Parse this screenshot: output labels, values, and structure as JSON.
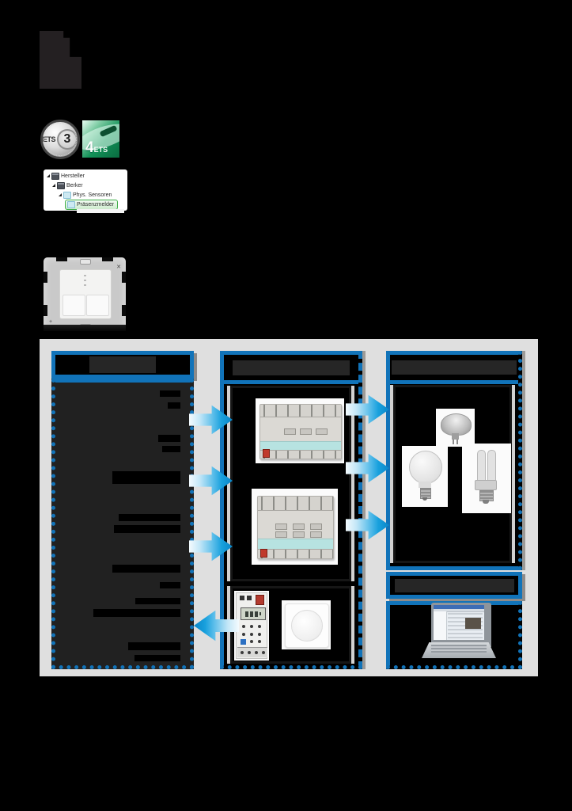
{
  "logos": {
    "ets3": {
      "text": "ETS",
      "number": "3"
    },
    "ets4": {
      "number": "4",
      "text": "ETS"
    }
  },
  "tree": {
    "items": [
      {
        "label": "Hersteller",
        "icon": "manufacturer-folder-icon",
        "selected": false
      },
      {
        "label": "Berker",
        "icon": "manufacturer-folder-icon",
        "selected": false
      },
      {
        "label": "Phys. Sensoren",
        "icon": "sensor-device-icon",
        "selected": false
      },
      {
        "label": "Präsenzmelder",
        "icon": "sensor-device-icon",
        "selected": true
      }
    ],
    "selection_color": "#3fae49"
  },
  "photos": {
    "flush_mount_insert": "flush-mount-insert-photo",
    "actuator_large": "knx-din-rail-actuator-photo",
    "actuator_small": "knx-din-rail-actuator-photo",
    "timer": "din-rail-timer-photo",
    "rotary_dimmer": "rotary-dimmer-photo",
    "halogen_spot": "halogen-spot-lamp-photo",
    "incandescent_bulb": "incandescent-bulb-photo",
    "energy_saving_lamp": "energy-saving-lamp-photo",
    "laptop": "laptop-software-photo"
  },
  "diagram": {
    "panel_color": "#dfdfdf",
    "border_color": "#1173b9",
    "arrow_color": "#0f9ad8",
    "text_color": "#000000"
  }
}
